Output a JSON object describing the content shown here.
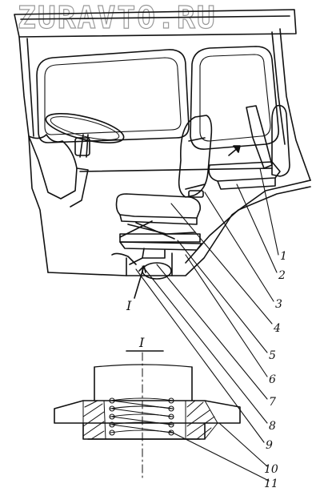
{
  "watermark": "ZURAVTO.RU",
  "detail_marker": "I",
  "section_title": "I",
  "callouts": [
    "1",
    "2",
    "3",
    "4",
    "5",
    "6",
    "7",
    "8",
    "9",
    "10",
    "11"
  ]
}
